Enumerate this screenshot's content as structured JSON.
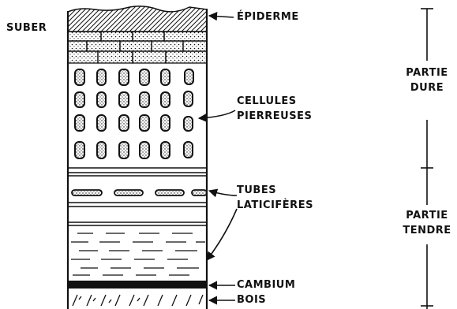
{
  "labels": {
    "suber": "SUBER",
    "epiderme": "ÉPIDERME",
    "cellules_line1": "CELLULES",
    "cellules_line2": "PIERREUSES",
    "tubes_line1": "TUBES",
    "tubes_line2": "LATICIFÈRES",
    "cambium": "CAMBIUM",
    "bois": "BOIS",
    "dure_line1": "PARTIE",
    "dure_line2": "DURE",
    "tendre_line1": "PARTIE",
    "tendre_line2": "TENDRE"
  }
}
